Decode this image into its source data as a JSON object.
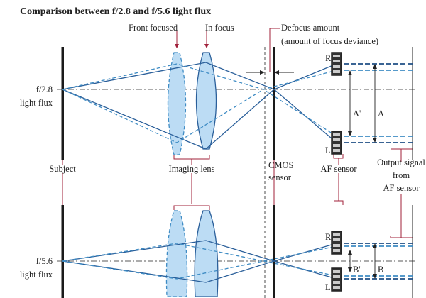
{
  "title": "Comparison between f/2.8 and f/5.6 light flux",
  "labels": {
    "front_focused": "Front focused",
    "in_focus": "In focus",
    "defocus_1": "Defocus amount",
    "defocus_2": "(amount of focus deviance)",
    "f28_1": "f/2.8",
    "f28_2": "light flux",
    "f56_1": "f/5.6",
    "f56_2": "light flux",
    "subject": "Subject",
    "imaging_lens": "Imaging lens",
    "cmos_1": "CMOS",
    "cmos_2": "sensor",
    "af_sensor": "AF sensor",
    "output_1": "Output signal",
    "output_2": "from",
    "output_3": "AF sensor",
    "r_top": "R",
    "l_top": "L",
    "r_bot": "R",
    "l_bot": "L",
    "a_prime": "A'",
    "a": "A",
    "b_prime": "B'",
    "b": "B"
  },
  "colors": {
    "ray": "#2a5f9a",
    "ray_dashed": "#3f8cc4",
    "lens_fill": "#bcdcf4",
    "leader": "#a0203a",
    "bar": "#1a1a1a"
  }
}
